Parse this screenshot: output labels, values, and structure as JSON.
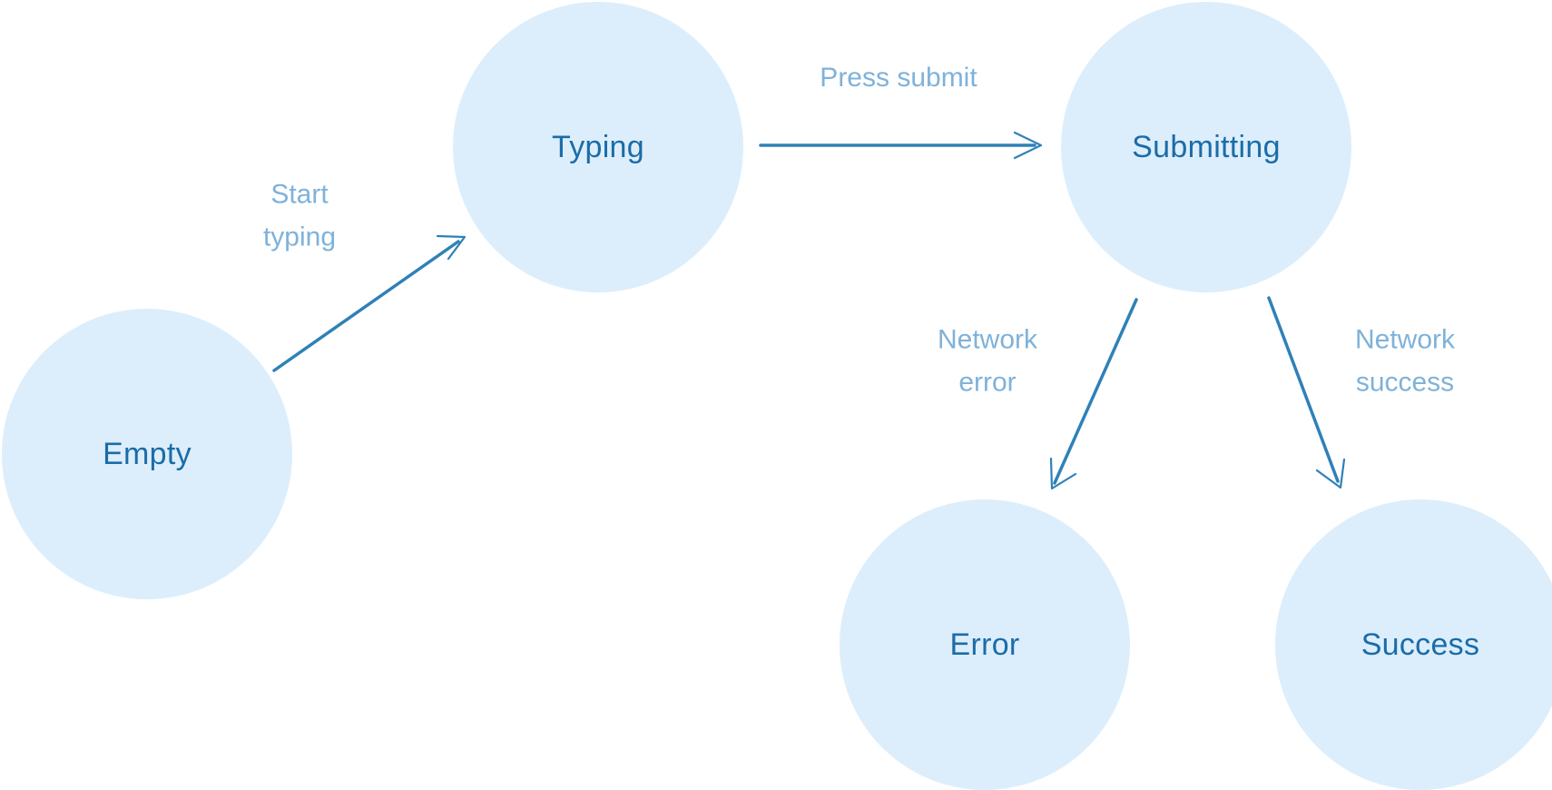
{
  "diagram": {
    "type": "state-machine",
    "states": [
      {
        "id": "empty",
        "label": "Empty"
      },
      {
        "id": "typing",
        "label": "Typing"
      },
      {
        "id": "submitting",
        "label": "Submitting"
      },
      {
        "id": "error",
        "label": "Error"
      },
      {
        "id": "success",
        "label": "Success"
      }
    ],
    "transitions": [
      {
        "from": "empty",
        "to": "typing",
        "label": "Start typing"
      },
      {
        "from": "typing",
        "to": "submitting",
        "label": "Press submit"
      },
      {
        "from": "submitting",
        "to": "error",
        "label": "Network error"
      },
      {
        "from": "submitting",
        "to": "success",
        "label": "Network success"
      }
    ],
    "colors": {
      "node_fill": "#dceefb",
      "node_text": "#1b6ca7",
      "arrow": "#2f81b7",
      "edge_label": "#7fb2d9",
      "background": "#ffffff"
    }
  }
}
